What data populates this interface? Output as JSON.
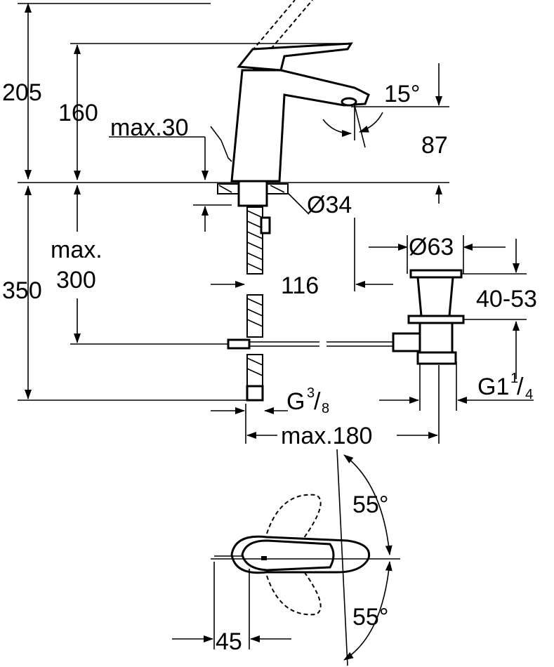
{
  "drawing": {
    "dimensions": {
      "total_height_handle_up": "205",
      "height_to_handle": "160",
      "max_thickness": "max.30",
      "spout_angle": "15°",
      "spout_height": "87",
      "hole_diameter": "Ø34",
      "max_label": "max.",
      "max_300": "300",
      "below_counter": "350",
      "spout_reach": "116",
      "drain_diameter": "Ø63",
      "drain_range": "40-53",
      "inlet_thread": "G",
      "inlet_thread_num": "3",
      "inlet_thread_den": "8",
      "drain_thread": "G1",
      "drain_thread_num": "1",
      "drain_thread_den": "4",
      "max_180": "max.180",
      "rotation_top": "55°",
      "rotation_bottom": "55°",
      "lever_offset": "45"
    }
  }
}
